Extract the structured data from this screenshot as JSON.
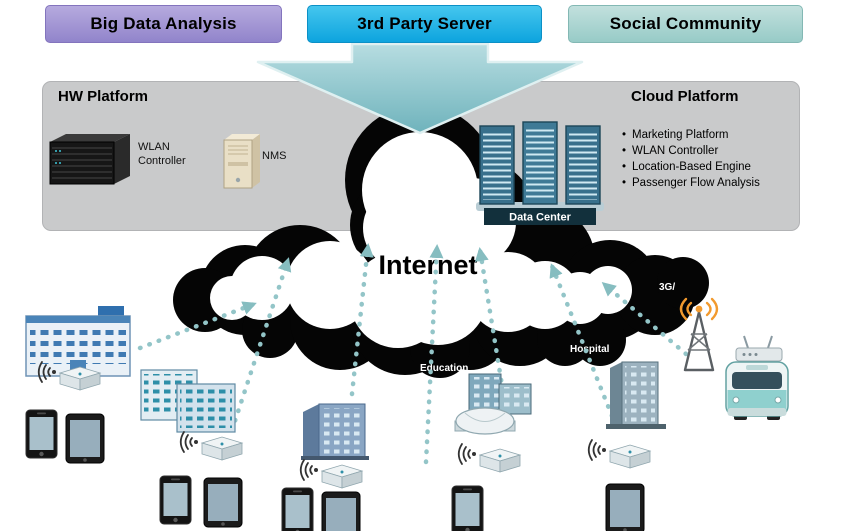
{
  "header": {
    "boxes": [
      {
        "label": "Big Data Analysis",
        "color": "#a091d1"
      },
      {
        "label": "3rd Party Server",
        "color": "#1fb3e8"
      },
      {
        "label": "Social Community",
        "color": "#a9d4d2"
      }
    ]
  },
  "platform": {
    "hw_title": "HW Platform",
    "cloud_title": "Cloud Platform",
    "wlan_controller_label": "WLAN Controller",
    "nms_label": "NMS",
    "data_center_label": "Data Center",
    "cloud_features": [
      "Marketing Platform",
      "WLAN Controller",
      "Location-Based Engine",
      "Passenger Flow Analysis"
    ]
  },
  "network": {
    "internet_label": "Internet",
    "labels": {
      "tower": "3G/",
      "hospital": "Hospital",
      "education": "Education"
    }
  },
  "colors": {
    "accent_teal": "#8fc3c6",
    "panel_gray": "#c9cacb",
    "cloud_black": "#050505",
    "tower_orange": "#f29a2e"
  }
}
